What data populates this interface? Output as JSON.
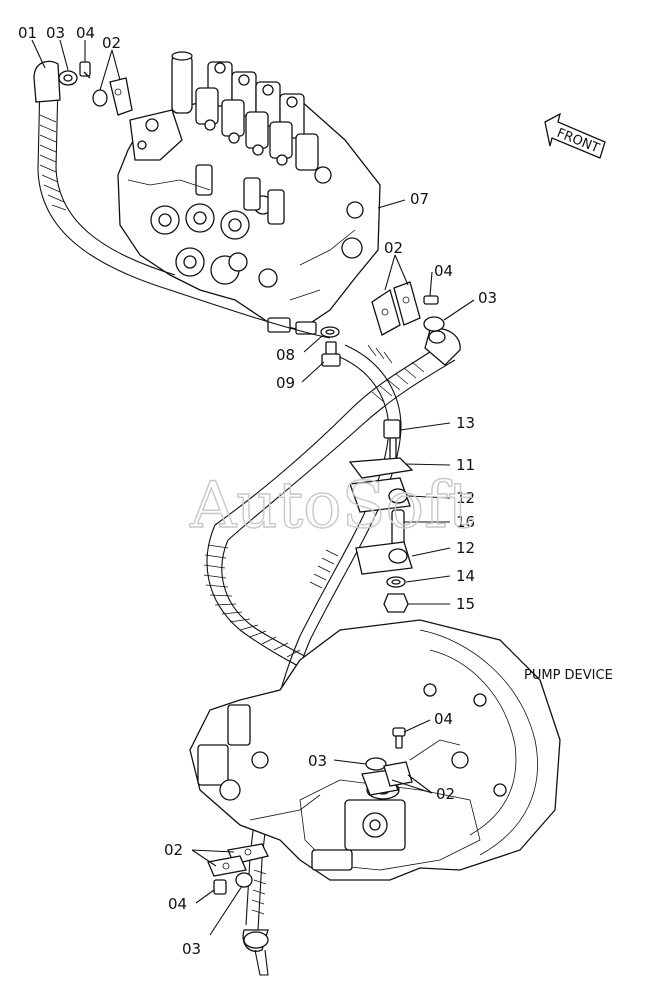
{
  "callouts": {
    "c01_top": "01",
    "c03_top": "03",
    "c04_top": "04",
    "c02_top": "02",
    "c07": "07",
    "c02_mid": "02",
    "c04_mid": "04",
    "c03_mid": "03",
    "c08": "08",
    "c09": "09",
    "c13": "13",
    "c11": "11",
    "c12_a": "12",
    "c16": "16",
    "c12_b": "12",
    "c14": "14",
    "c15": "15",
    "c04_low": "04",
    "c03_low": "03",
    "c02_low": "02",
    "c02_bot": "02",
    "c04_bot": "04",
    "c03_bot": "03"
  },
  "labels": {
    "front": "FRONT",
    "pump_device": "PUMP DEVICE",
    "watermark": "AutoSoft"
  }
}
